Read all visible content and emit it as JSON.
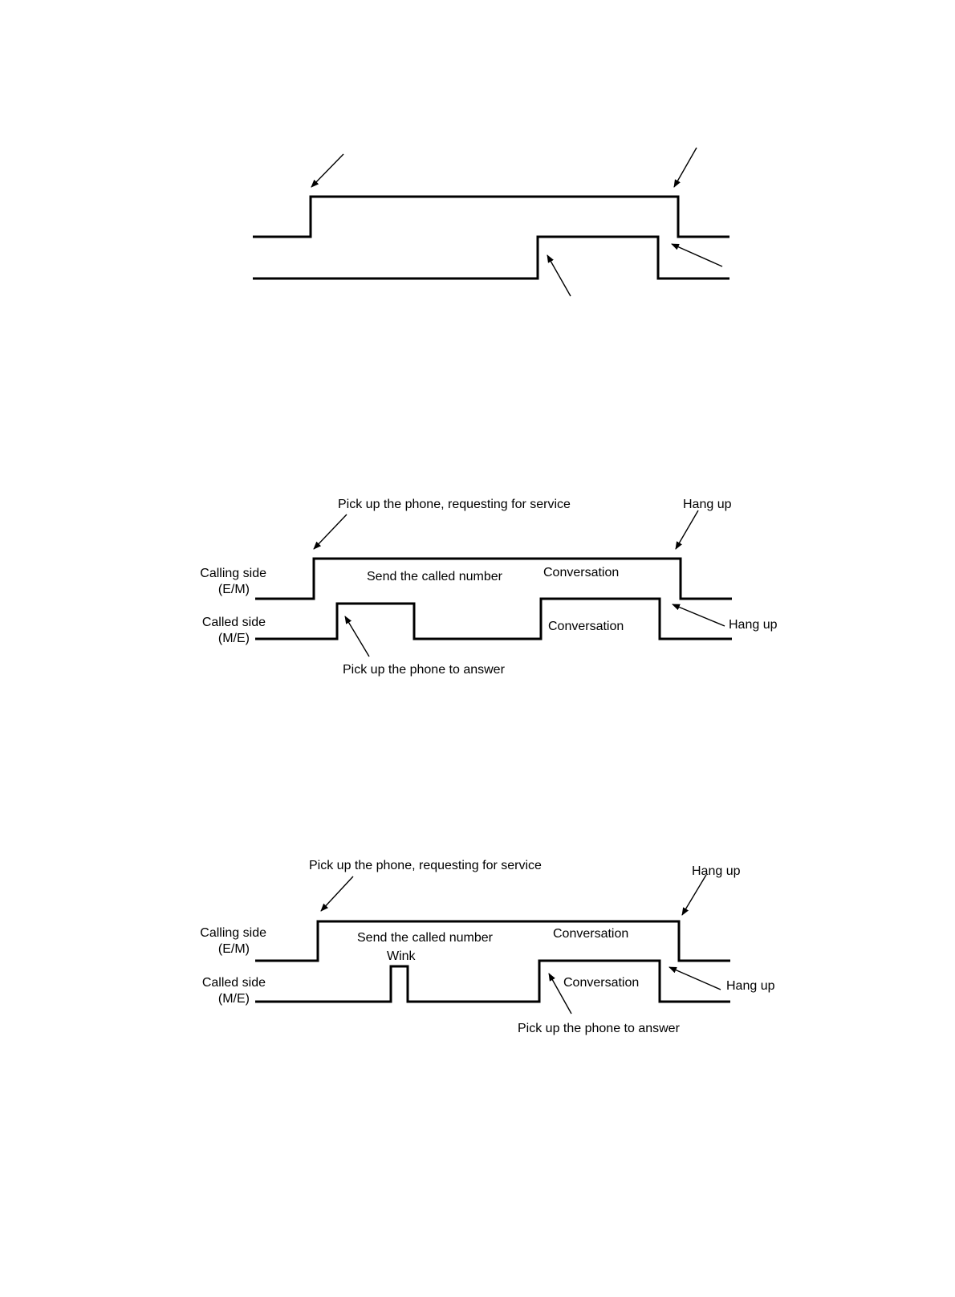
{
  "colors": {
    "ink": "#000000",
    "background": "#ffffff"
  },
  "diagram2": {
    "label_request": "Pick up the phone, requesting for service",
    "label_hangup_top": "Hang up",
    "label_calling_side": "Calling side",
    "label_calling_code": "(E/M)",
    "label_called_side": "Called side",
    "label_called_code": "(M/E)",
    "label_send_number": "Send the called number",
    "label_conversation_top": "Conversation",
    "label_conversation_bottom": "Conversation",
    "label_hangup_bottom": "Hang up",
    "label_answer": "Pick up the phone to answer"
  },
  "diagram3": {
    "label_request": "Pick up the phone, requesting for service",
    "label_hangup_top": "Hang up",
    "label_calling_side": "Calling side",
    "label_calling_code": "(E/M)",
    "label_called_side": "Called side",
    "label_called_code": "(M/E)",
    "label_send_number": "Send the called number",
    "label_wink": "Wink",
    "label_conversation_top": "Conversation",
    "label_conversation_bottom": "Conversation",
    "label_hangup_bottom": "Hang up",
    "label_answer": "Pick up the phone to answer"
  }
}
